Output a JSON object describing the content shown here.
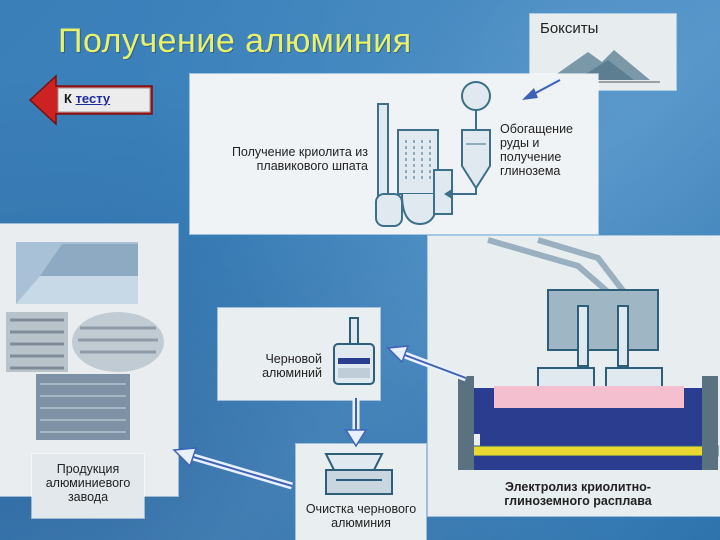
{
  "title": "Получение алюминия",
  "back_button": {
    "prefix": "К",
    "link": "тесту"
  },
  "labels": {
    "bauxite": "Бокситы",
    "cryolite": [
      "Получение криолита из",
      "плавикового шпата"
    ],
    "enrichment": [
      "Обогащение",
      "руды и",
      "получение",
      "глинозема"
    ],
    "crude_aluminum": [
      "Черновой",
      "алюминий"
    ],
    "purification": [
      "Очистка чернового",
      "алюминия"
    ],
    "products": [
      "Продукция",
      "алюминиевого",
      "завода"
    ],
    "electrolysis": [
      "Электролиз криолитно-",
      "глиноземного расплава"
    ]
  },
  "colors": {
    "title": "#e9f16a",
    "arrow_fill": "#cc2222",
    "flow_arrow": "#e8f0ff",
    "pink_layer": "#f4c0cf",
    "blue_layer": "#2a3d8f",
    "yellow_layer": "#e8d830"
  },
  "icons": [
    "left-arrow-icon",
    "mountain-icon",
    "cryolite-apparatus-icon",
    "crude-aluminum-vessel-icon",
    "purification-apparatus-icon",
    "electrolysis-cell-icon",
    "aluminum-ingot-icon",
    "aluminum-coil-icon"
  ]
}
